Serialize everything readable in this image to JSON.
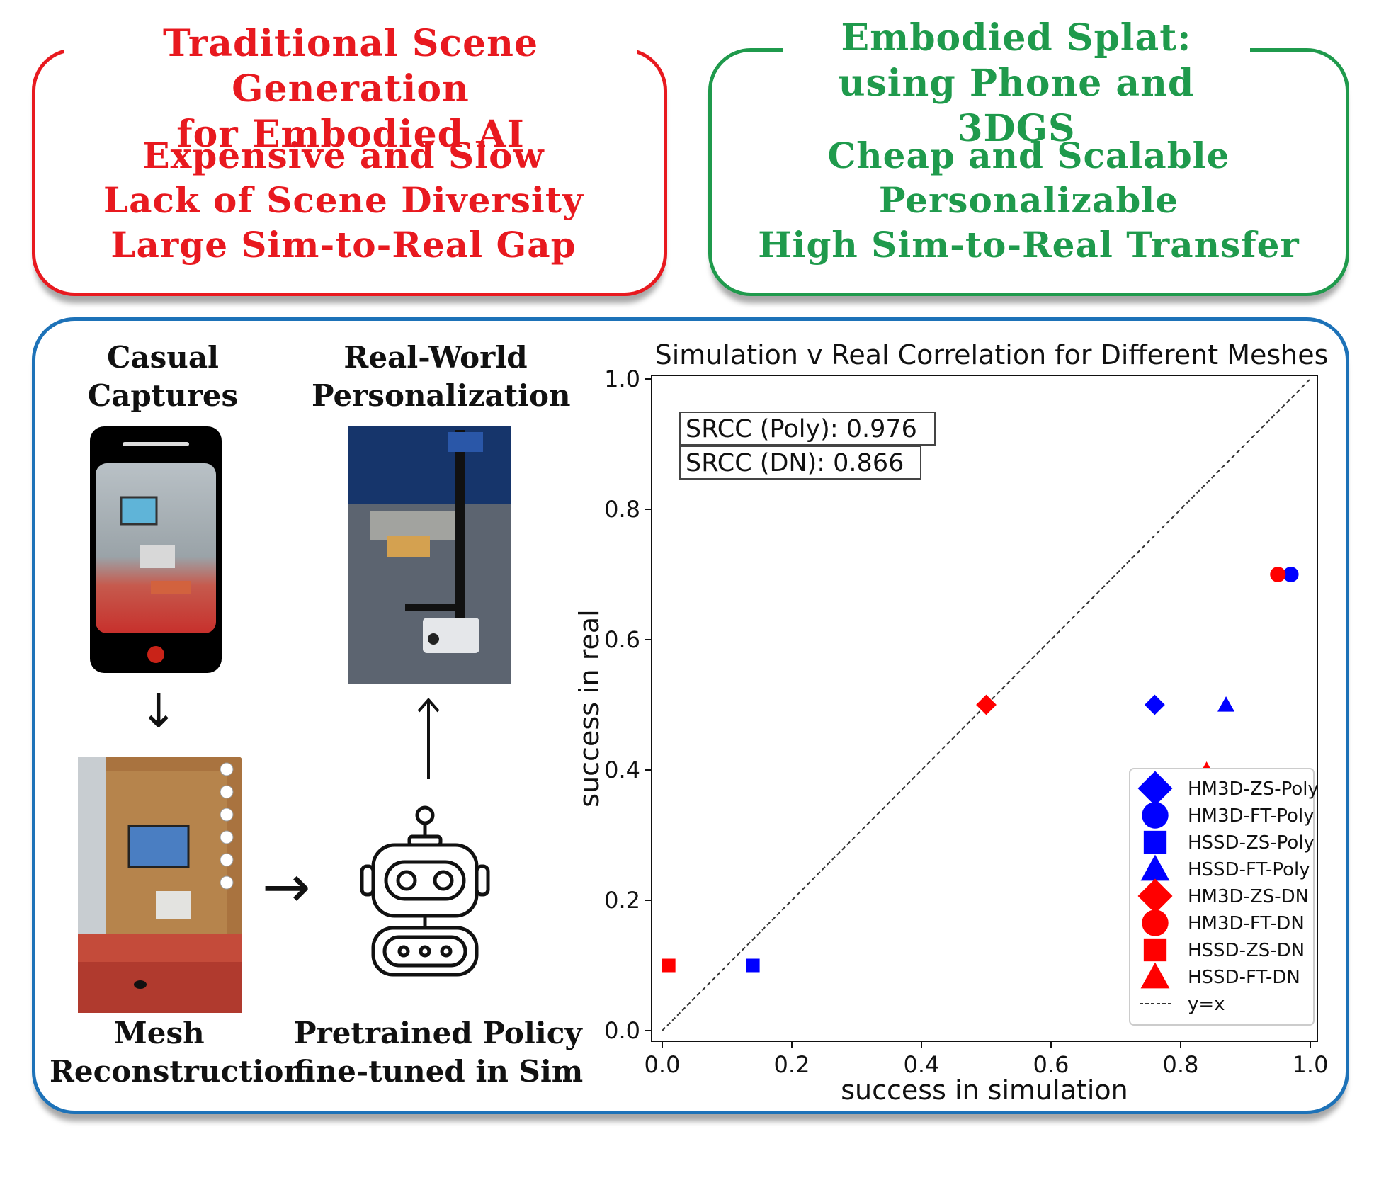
{
  "traditional": {
    "title_line1": "Traditional Scene Generation",
    "title_line2": "for Embodied AI",
    "points": [
      "Expensive and Slow",
      "Lack of Scene Diversity",
      "Large Sim-to-Real Gap"
    ],
    "color": "#e8191f"
  },
  "splat": {
    "title_line1": "Embodied Splat:",
    "title_line2": "using Phone and 3DGS",
    "points": [
      "Cheap and Scalable",
      "Personalizable",
      "High Sim-to-Real Transfer"
    ],
    "color": "#1f9a4c"
  },
  "pipeline": {
    "casual_line1": "Casual",
    "casual_line2": "Captures",
    "realworld_line1": "Real-World",
    "realworld_line2": "Personalization",
    "mesh_line1": "Mesh",
    "mesh_line2": "Reconstruction",
    "policy_line1": "Pretrained Policy",
    "policy_line2": "fine-tuned in Sim",
    "arrow_down": "↓",
    "arrow_right": "→",
    "arrow_up": "↑",
    "icons": [
      "phone-capture-icon",
      "robot-photo",
      "mesh-screenshot",
      "robot-icon"
    ]
  },
  "chart_data": {
    "type": "scatter",
    "title": "Simulation v Real Correlation for Different Meshes",
    "xlabel": "success in simulation",
    "ylabel": "success in real",
    "xlim": [
      0.0,
      1.0
    ],
    "ylim": [
      0.0,
      1.0
    ],
    "xticks": [
      "0.0",
      "0.2",
      "0.4",
      "0.6",
      "0.8",
      "1.0"
    ],
    "yticks": [
      "0.0",
      "0.2",
      "0.4",
      "0.6",
      "0.8",
      "1.0"
    ],
    "grid": false,
    "legend_position": "bottom-right",
    "annotations": [
      "SRCC (Poly): 0.976",
      "SRCC (DN): 0.866"
    ],
    "reference_line": {
      "name": "y=x",
      "style": "dashed",
      "x": [
        0,
        1
      ],
      "y": [
        0,
        1
      ]
    },
    "series": [
      {
        "name": "HM3D-ZS-Poly",
        "marker": "diamond",
        "color": "#0000ff",
        "x": 0.76,
        "y": 0.5
      },
      {
        "name": "HM3D-FT-Poly",
        "marker": "circle",
        "color": "#0000ff",
        "x": 0.97,
        "y": 0.7
      },
      {
        "name": "HSSD-ZS-Poly",
        "marker": "square",
        "color": "#0000ff",
        "x": 0.14,
        "y": 0.1
      },
      {
        "name": "HSSD-FT-Poly",
        "marker": "triangle",
        "color": "#0000ff",
        "x": 0.87,
        "y": 0.5
      },
      {
        "name": "HM3D-ZS-DN",
        "marker": "diamond",
        "color": "#ff0000",
        "x": 0.5,
        "y": 0.5
      },
      {
        "name": "HM3D-FT-DN",
        "marker": "circle",
        "color": "#ff0000",
        "x": 0.95,
        "y": 0.7
      },
      {
        "name": "HSSD-ZS-DN",
        "marker": "square",
        "color": "#ff0000",
        "x": 0.01,
        "y": 0.1
      },
      {
        "name": "HSSD-FT-DN",
        "marker": "triangle",
        "color": "#ff0000",
        "x": 0.84,
        "y": 0.4
      }
    ]
  }
}
